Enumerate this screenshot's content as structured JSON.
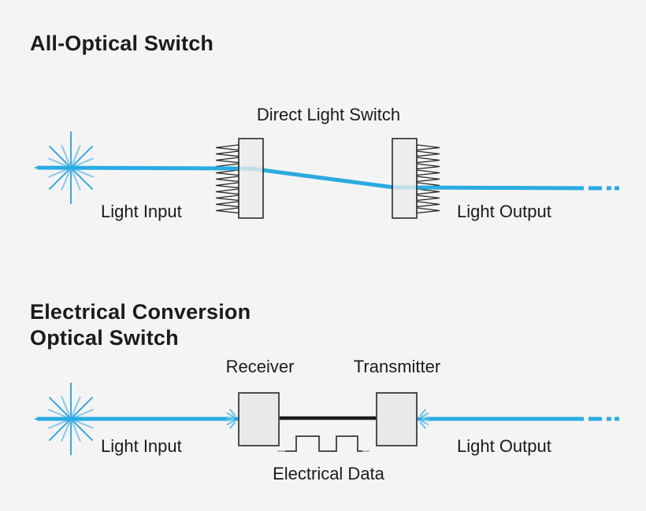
{
  "colors": {
    "bg": "#f5f4f5",
    "text": "#1b1b1b",
    "beam": "#29abe2",
    "beam_light": "#8ccbe9",
    "ray_dark": "#3aa7dc",
    "ray_light": "#86c9e8",
    "spark": "#6fc4e9",
    "box_fill": "#ebebeb",
    "box_stroke": "#2b2b2b",
    "device_fill": "#e9e9e9",
    "device_stroke": "#4d4d4d",
    "wire": "#1a1a1a",
    "wave": "#4f4f4f",
    "wave_faded": "#b5b5b5"
  },
  "top_section": {
    "title": "All-Optical Switch",
    "switch_label": "Direct Light Switch",
    "input_label": "Light Input",
    "output_label": "Light Output"
  },
  "bottom_section": {
    "title_line1": "Electrical Conversion",
    "title_line2": "Optical Switch",
    "receiver_label": "Receiver",
    "transmitter_label": "Transmitter",
    "input_label": "Light Input",
    "output_label": "Light Output",
    "data_label": "Electrical Data"
  }
}
